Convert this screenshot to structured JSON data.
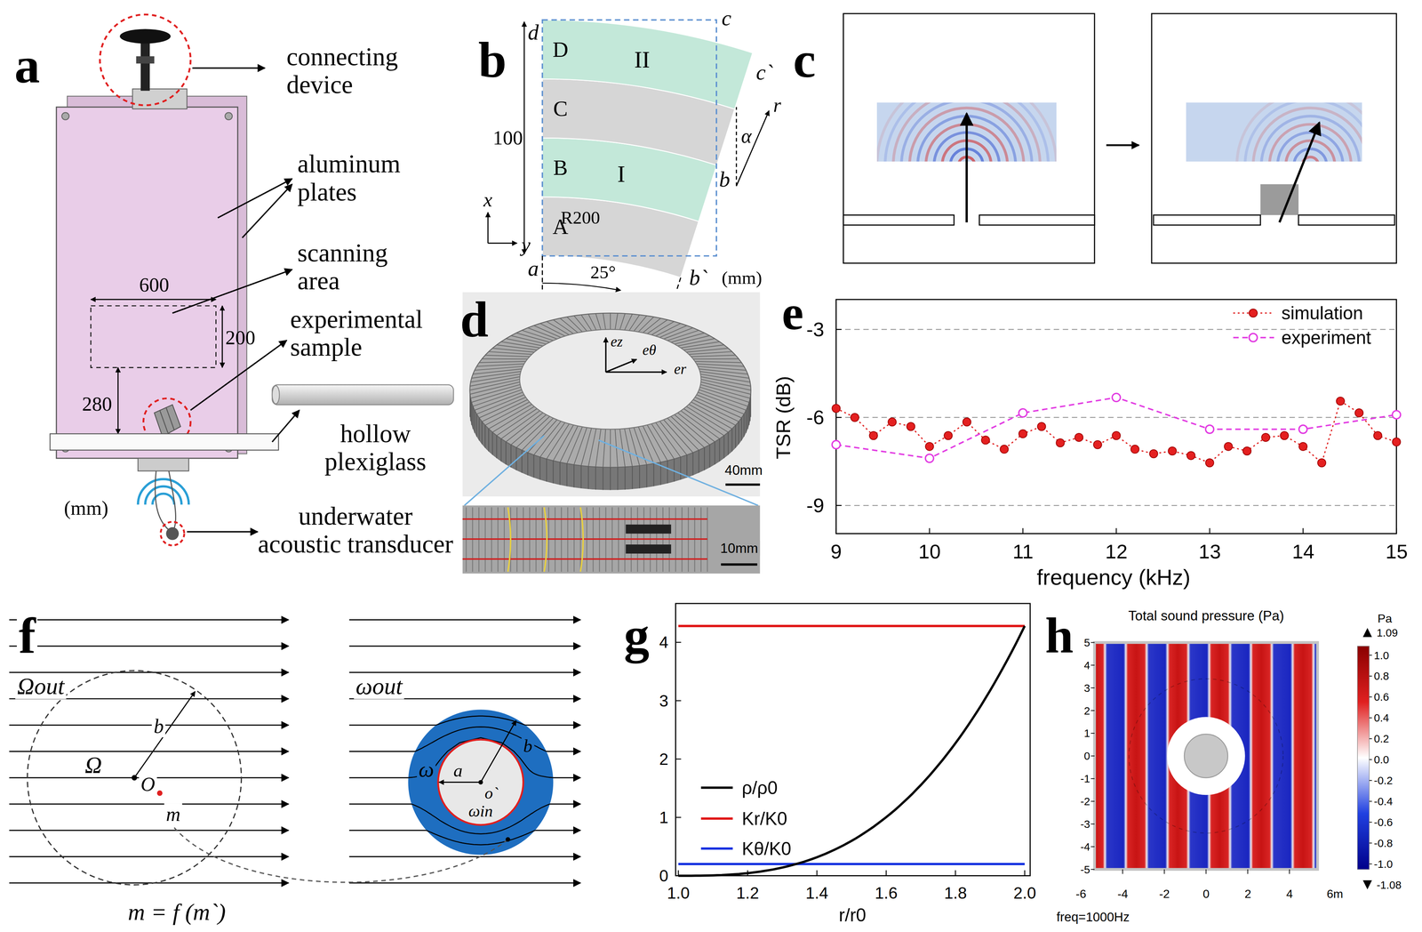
{
  "diagram": {
    "labels": [
      "a",
      "b",
      "c",
      "d",
      "e",
      "f",
      "g",
      "h",
      "connecting device",
      "aluminum plates",
      "scanning area",
      "experimental sample",
      "hollow plexiglass",
      "underwater acoustic transducer",
      "600",
      "200",
      "280",
      "(mm)",
      "d",
      "c",
      "c`",
      "a",
      "b",
      "b`",
      "D",
      "C",
      "B",
      "A",
      "II",
      "I",
      "100",
      "R200",
      "25°",
      "α",
      "r",
      "x",
      "y",
      "(mm)",
      "ez",
      "eθ",
      "er",
      "40mm",
      "10mm",
      "-3",
      "-6",
      "-9",
      "TSR (dB)",
      "9",
      "10",
      "11",
      "12",
      "13",
      "14",
      "15",
      "frequency (kHz)",
      "Ωout",
      "Ω",
      "b",
      "O",
      "m",
      "ωout",
      "ω",
      "a",
      "b",
      "o`",
      "ωin",
      "m = f (m`)",
      "4",
      "3",
      "2",
      "1",
      "0",
      "1.0",
      "1.2",
      "1.4",
      "1.6",
      "1.8",
      "2.0",
      "r/r0",
      "Total sound pressure (Pa)",
      "5",
      "4",
      "3",
      "2",
      "1",
      "0",
      "-1",
      "-2",
      "-3",
      "-4",
      "-5",
      "-6",
      "-4",
      "-2",
      "0",
      "2",
      "4",
      "6m",
      "freq=1000Hz",
      "Pa",
      "1.09",
      "1.0",
      "0.8",
      "0.6",
      "0.4",
      "0.2",
      "0.0",
      "-0.2",
      "-0.4",
      "-0.6",
      "-0.8",
      "-1.0",
      "-1.08"
    ],
    "legend": [
      {
        "text": "simulation"
      },
      {
        "text": "experiment"
      },
      {
        "text": "ρ/ρ0"
      },
      {
        "text": "Kr/K0"
      },
      {
        "text": "Kθ/K0"
      }
    ]
  }
}
